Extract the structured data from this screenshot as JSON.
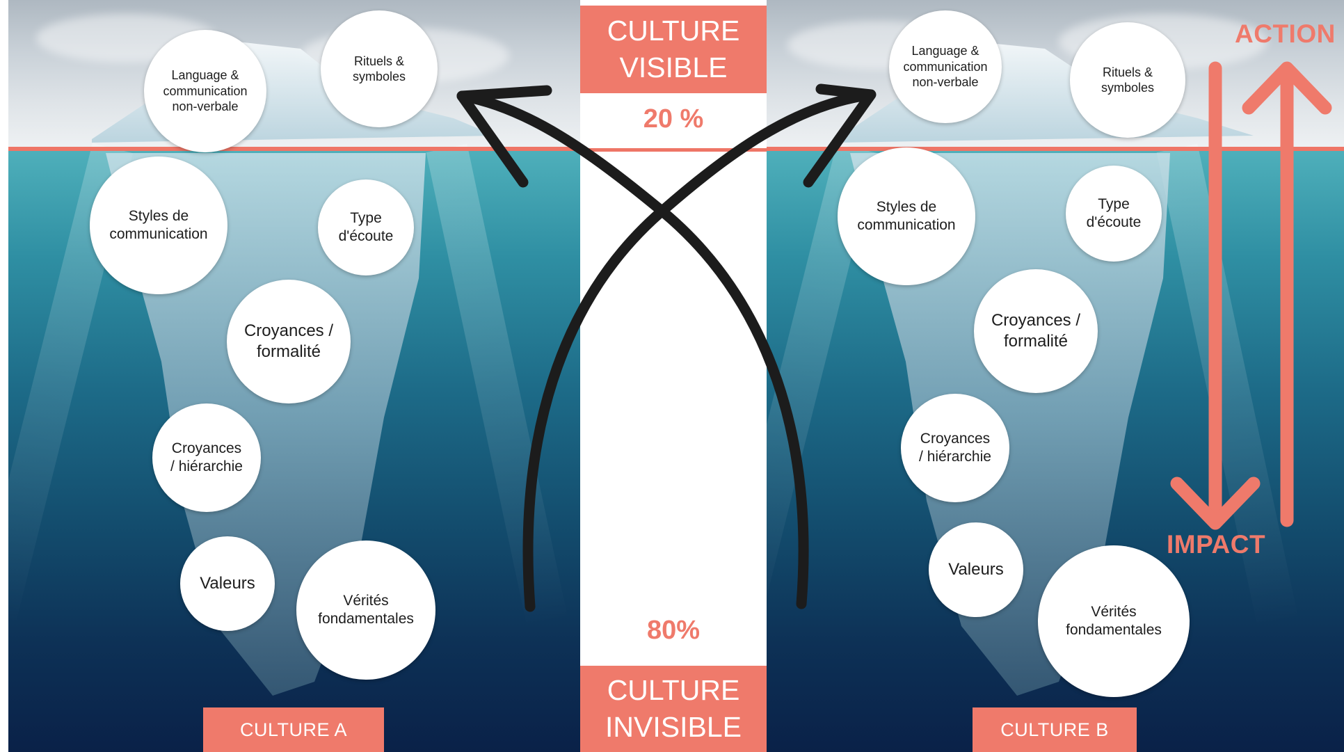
{
  "colors": {
    "accent": "#ef7a6b",
    "arrow": "#1c1c1c"
  },
  "center": {
    "visible_line1": "CULTURE",
    "visible_line2": "VISIBLE",
    "visible_pct": "20 %",
    "invisible_pct": "80%",
    "invisible_line1": "CULTURE",
    "invisible_line2": "INVISIBLE"
  },
  "culture_a": {
    "label": "CULTURE A",
    "items": {
      "language": "Language &\ncommunication\nnon-verbale",
      "rituels": "Rituels &\nsymboles",
      "styles": "Styles de\ncommunication",
      "ecoute": "Type\nd'écoute",
      "formalite": "Croyances /\nformalité",
      "hierarchie": "Croyances\n/ hiérarchie",
      "valeurs": "Valeurs",
      "verites": "Vérités\nfondamentales"
    }
  },
  "culture_b": {
    "label": "CULTURE B",
    "items": {
      "language": "Language &\ncommunication\nnon-verbale",
      "rituels": "Rituels &\nsymboles",
      "styles": "Styles de\ncommunication",
      "ecoute": "Type\nd'écoute",
      "formalite": "Croyances /\nformalité",
      "hierarchie": "Croyances\n/ hiérarchie",
      "valeurs": "Valeurs",
      "verites": "Vérités\nfondamentales"
    }
  },
  "side": {
    "action": "ACTION",
    "impact": "IMPACT"
  }
}
